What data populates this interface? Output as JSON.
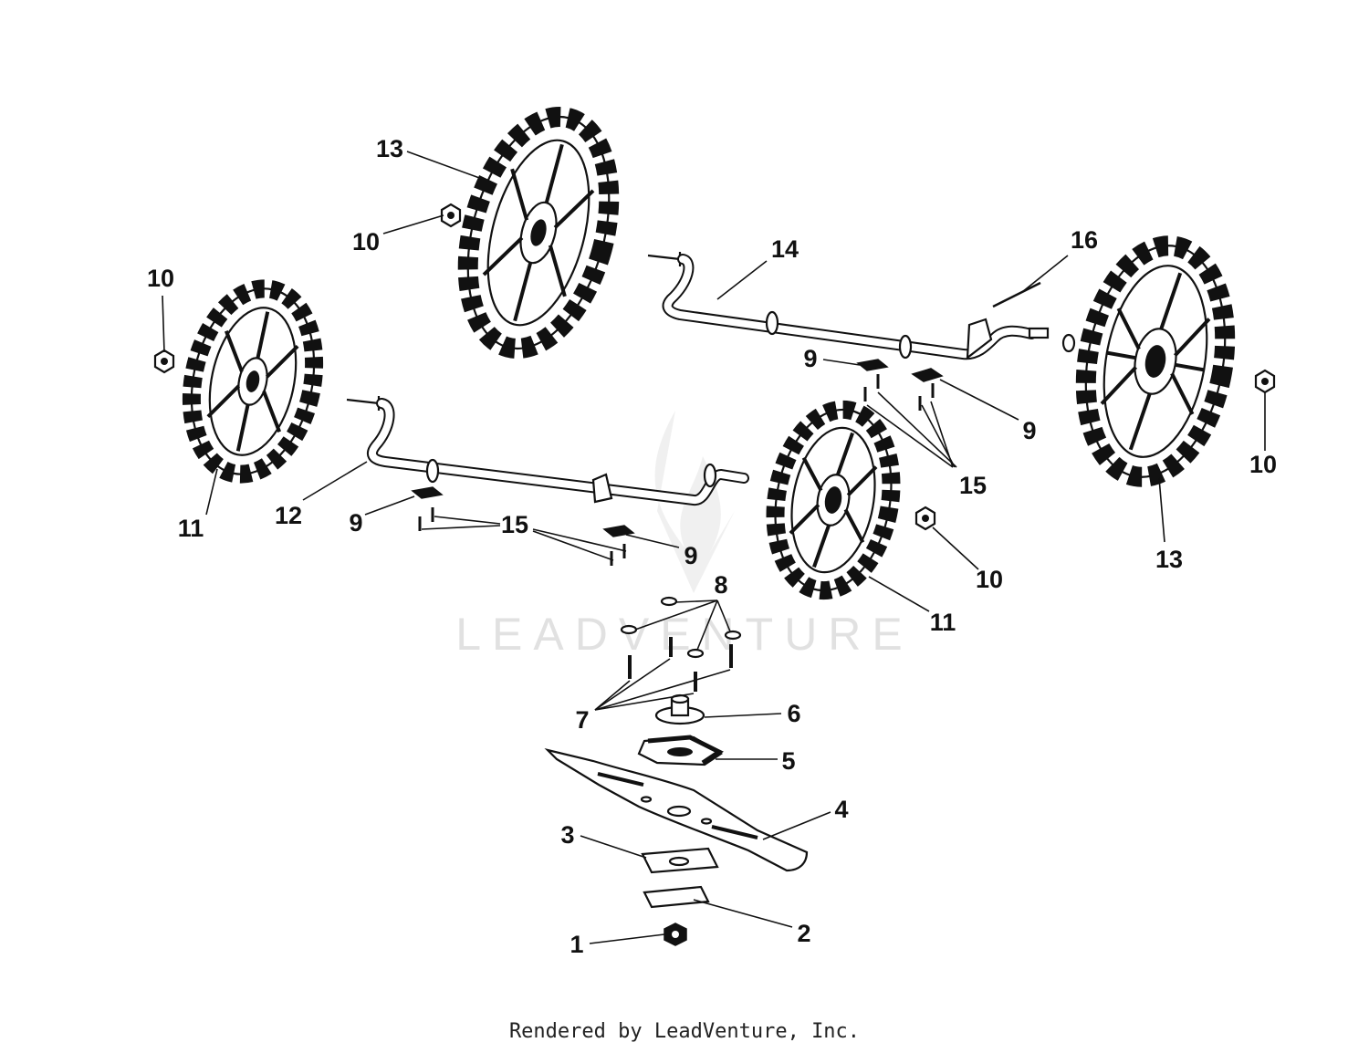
{
  "watermark": {
    "text": "LEADVENTURE",
    "color": "#dedede"
  },
  "footer": {
    "text": "Rendered by LeadVenture, Inc."
  },
  "callouts": [
    {
      "id": "13a",
      "label": "13"
    },
    {
      "id": "10a",
      "label": "10"
    },
    {
      "id": "14",
      "label": "14"
    },
    {
      "id": "16",
      "label": "16"
    },
    {
      "id": "10b",
      "label": "10"
    },
    {
      "id": "9a",
      "label": "9"
    },
    {
      "id": "9b",
      "label": "9"
    },
    {
      "id": "15a",
      "label": "15"
    },
    {
      "id": "10c",
      "label": "10"
    },
    {
      "id": "12",
      "label": "12"
    },
    {
      "id": "9c",
      "label": "9"
    },
    {
      "id": "15b",
      "label": "15"
    },
    {
      "id": "9d",
      "label": "9"
    },
    {
      "id": "11a",
      "label": "11"
    },
    {
      "id": "10d",
      "label": "10"
    },
    {
      "id": "13b",
      "label": "13"
    },
    {
      "id": "11b",
      "label": "11"
    },
    {
      "id": "8",
      "label": "8"
    },
    {
      "id": "7",
      "label": "7"
    },
    {
      "id": "6",
      "label": "6"
    },
    {
      "id": "5",
      "label": "5"
    },
    {
      "id": "4",
      "label": "4"
    },
    {
      "id": "3",
      "label": "3"
    },
    {
      "id": "2",
      "label": "2"
    },
    {
      "id": "1",
      "label": "1"
    }
  ]
}
